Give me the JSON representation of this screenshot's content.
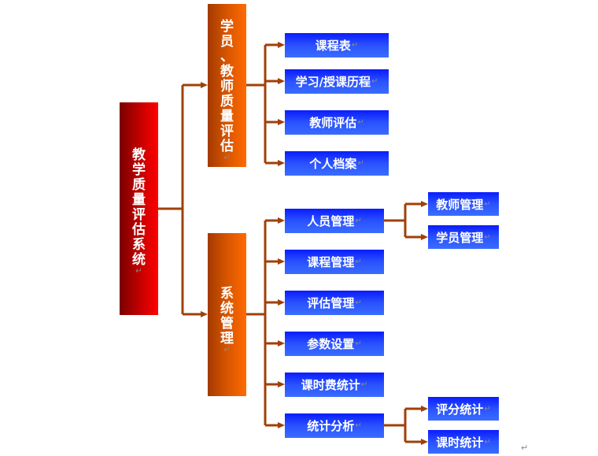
{
  "diagram": {
    "type": "org-tree",
    "root": {
      "label": "教学质量评估系统",
      "chars": [
        "教",
        "学",
        "质",
        "量",
        "评",
        "估",
        "系",
        "统"
      ],
      "para_mark": "↵"
    },
    "categories": [
      {
        "label": "学员、教师质量评估",
        "chars": [
          "学",
          "员",
          "、",
          "教",
          "师",
          "质",
          "量",
          "评",
          "估"
        ],
        "para_mark": "↵",
        "children": [
          {
            "label": "课程表",
            "para_mark": "↵"
          },
          {
            "label": "学习/授课历程",
            "para_mark": "↵"
          },
          {
            "label": "教师评估",
            "para_mark": "↵"
          },
          {
            "label": "个人档案",
            "para_mark": "↵"
          }
        ]
      },
      {
        "label": "系统管理",
        "chars": [
          "系",
          "统",
          "管",
          "理"
        ],
        "para_mark": "↵",
        "children": [
          {
            "label": "人员管理",
            "para_mark": "↵",
            "children": [
              {
                "label": "教师管理",
                "para_mark": "↵"
              },
              {
                "label": "学员管理",
                "para_mark": "↵"
              }
            ]
          },
          {
            "label": "课程管理",
            "para_mark": "↵"
          },
          {
            "label": "评估管理",
            "para_mark": "↵"
          },
          {
            "label": "参数设置",
            "para_mark": "↵"
          },
          {
            "label": "课时费统计",
            "para_mark": "↵"
          },
          {
            "label": "统计分析",
            "para_mark": "↵",
            "children": [
              {
                "label": "评分统计",
                "para_mark": "↵"
              },
              {
                "label": "课时统计",
                "para_mark": "↵"
              }
            ]
          }
        ]
      }
    ],
    "document_end_mark": "↵",
    "colors": {
      "root": "#e00000",
      "category": "#e85c00",
      "leaf": "#1f3cff",
      "connector": "#a0400a",
      "text": "#ffffff"
    }
  }
}
